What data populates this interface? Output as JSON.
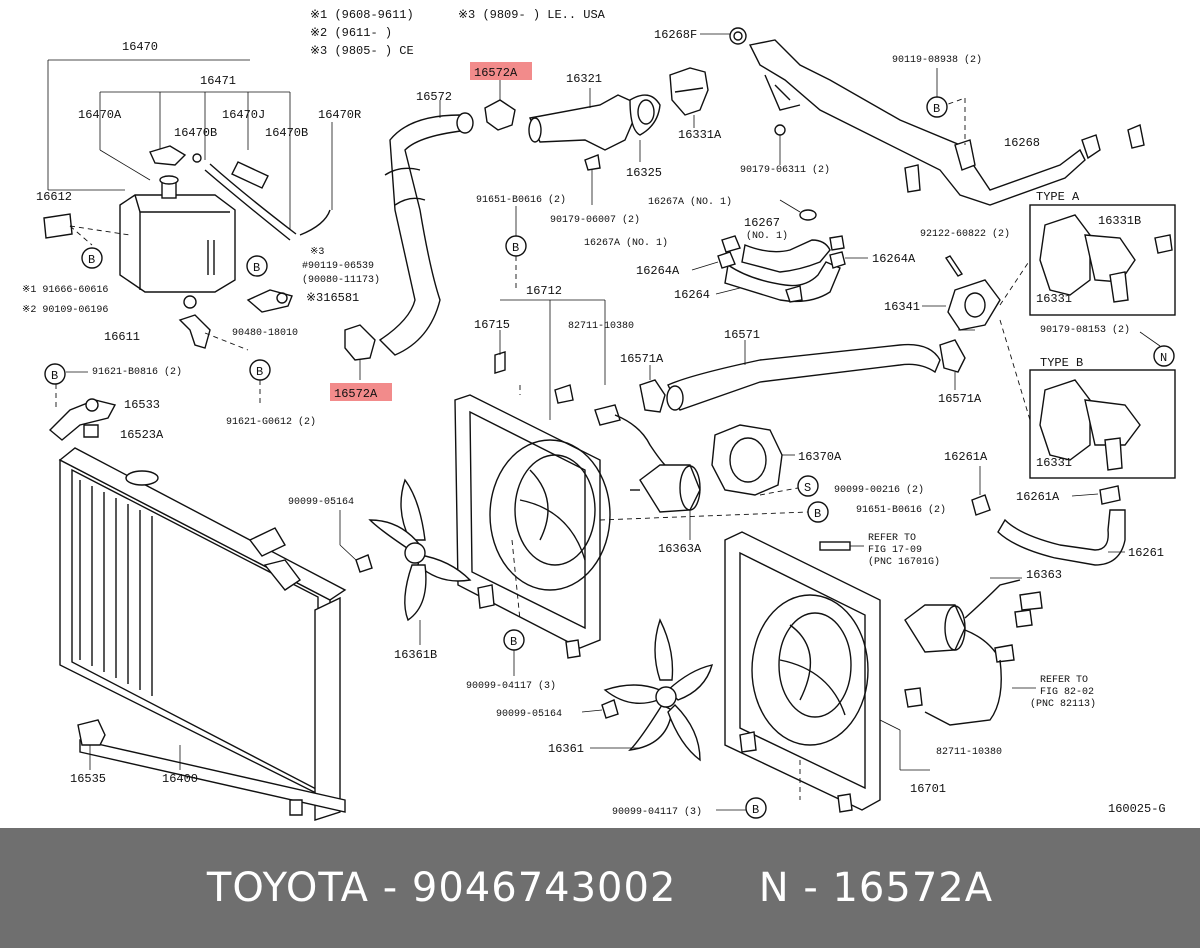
{
  "notes": {
    "n1": "※1 (9608-9611)",
    "n2": "※2 (9611-      )",
    "n3": "※3 (9805-      ) CE",
    "n4": "※3 (9809-      ) LE.. USA"
  },
  "labels": {
    "p16470": "16470",
    "p16471": "16471",
    "p16470A": "16470A",
    "p16470J": "16470J",
    "p16470R": "16470R",
    "p16470B_1": "16470B",
    "p16470B_2": "16470B",
    "p16612": "16612",
    "p91666": "※1 91666-60616",
    "p90109": "※2 90109-06196",
    "p16611": "16611",
    "p90480": "90480-18010",
    "p3note": "※3",
    "p90119a": "#90119-06539",
    "p90080": "(90080-11173)",
    "p316581": "※316581",
    "p91621a": "91621-B0816 (2)",
    "p16533": "16533",
    "p16523A": "16523A",
    "p91621b": "91621-G0612 (2)",
    "p16535": "16535",
    "p16400": "16400",
    "p16572": "16572",
    "p16572A_1": "16572A",
    "p16572A_2": "16572A",
    "p16321": "16321",
    "p16331A": "16331A",
    "p16325": "16325",
    "p90179a": "90179-06007 (2)",
    "p91651a": "91651-B0616 (2)",
    "p16268F": "16268F",
    "p90119b": "90119-08938 (2)",
    "p16268": "16268",
    "p90179b": "90179-06311 (2)",
    "p16267A1": "16267A (NO. 1)",
    "p16267": "16267",
    "p16267no": "(NO. 1)",
    "p16267A2": "16267A (NO. 1)",
    "p16264A_1": "16264A",
    "p16264A_2": "16264A",
    "p16264": "16264",
    "p92122": "92122-60822 (2)",
    "p16341": "16341",
    "typeA": "TYPE A",
    "p16331B": "16331B",
    "p16331_1": "16331",
    "p90179c": "90179-08153 (2)",
    "typeB": "TYPE B",
    "p16331_2": "16331",
    "p16712": "16712",
    "p16715": "16715",
    "p82711a": "82711-10380",
    "p16571": "16571",
    "p16571A_1": "16571A",
    "p16571A_2": "16571A",
    "p16370A": "16370A",
    "p90099a": "90099-00216 (2)",
    "p91651b": "91651-B0616 (2)",
    "p16363A": "16363A",
    "p90099b": "90099-05164",
    "p16361B": "16361B",
    "p90099c": "90099-04117 (3)",
    "p90099d": "90099-05164",
    "p16361": "16361",
    "p90099e": "90099-04117 (3)",
    "p16261A_1": "16261A",
    "p16261A_2": "16261A",
    "p16261": "16261",
    "referA1": "REFER TO",
    "referA2": "FIG 17-09",
    "referA3": "(PNC 16701G)",
    "p16363": "16363",
    "referB1": "REFER TO",
    "referB2": "FIG 82-02",
    "referB3": "(PNC 82113)",
    "p82711b": "82711-10380",
    "p16701": "16701",
    "figno": "160025-G"
  },
  "callouts": {
    "B": "B",
    "S": "S",
    "N": "N"
  },
  "colors": {
    "highlight": "#f28b8b",
    "footer_bg": "#6f6f6f",
    "footer_text": "#ffffff",
    "line": "#111111"
  },
  "highlighted_part": "16572A",
  "footer": {
    "text": "TOYOTA - 9046743002      N - 16572A"
  }
}
